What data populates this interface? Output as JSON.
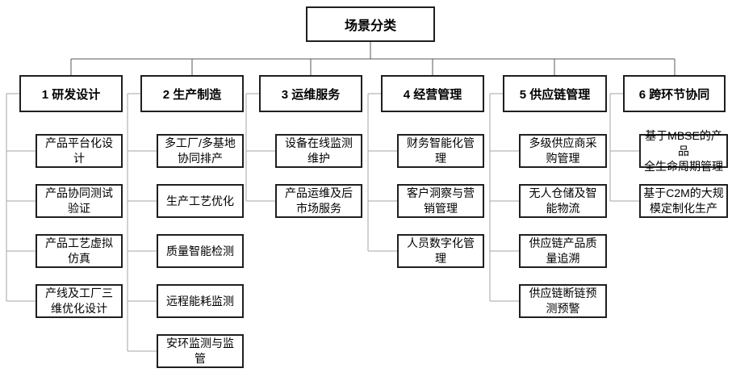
{
  "diagram": {
    "root_label": "场景分类",
    "columns": [
      {
        "title": "1 研发设计",
        "items": [
          "产品平台化设\n计",
          "产品协同测试\n验证",
          "产品工艺虚拟\n仿真",
          "产线及工厂三\n维优化设计"
        ]
      },
      {
        "title": "2 生产制造",
        "items": [
          "多工厂/多基地\n协同排产",
          "生产工艺优化",
          "质量智能检测",
          "远程能耗监测",
          "安环监测与监\n管"
        ]
      },
      {
        "title": "3 运维服务",
        "items": [
          "设备在线监测\n维护",
          "产品运维及后\n市场服务"
        ]
      },
      {
        "title": "4 经营管理",
        "items": [
          "财务智能化管\n理",
          "客户洞察与营\n销管理",
          "人员数字化管\n理"
        ]
      },
      {
        "title": "5 供应链管理",
        "items": [
          "多级供应商采\n购管理",
          "无人仓储及智\n能物流",
          "供应链产品质\n量追溯",
          "供应链断链预\n测预警"
        ]
      },
      {
        "title": "6 跨环节协同",
        "items": [
          "基于MBSE的产品\n全生命周期管理",
          "基于C2M的大规\n模定制化生产"
        ]
      }
    ]
  },
  "colors": {
    "box_border": "#1f1f1f",
    "connector_dark": "#595959",
    "connector_light": "#a6a6a6",
    "background": "#ffffff",
    "text": "#000000"
  }
}
